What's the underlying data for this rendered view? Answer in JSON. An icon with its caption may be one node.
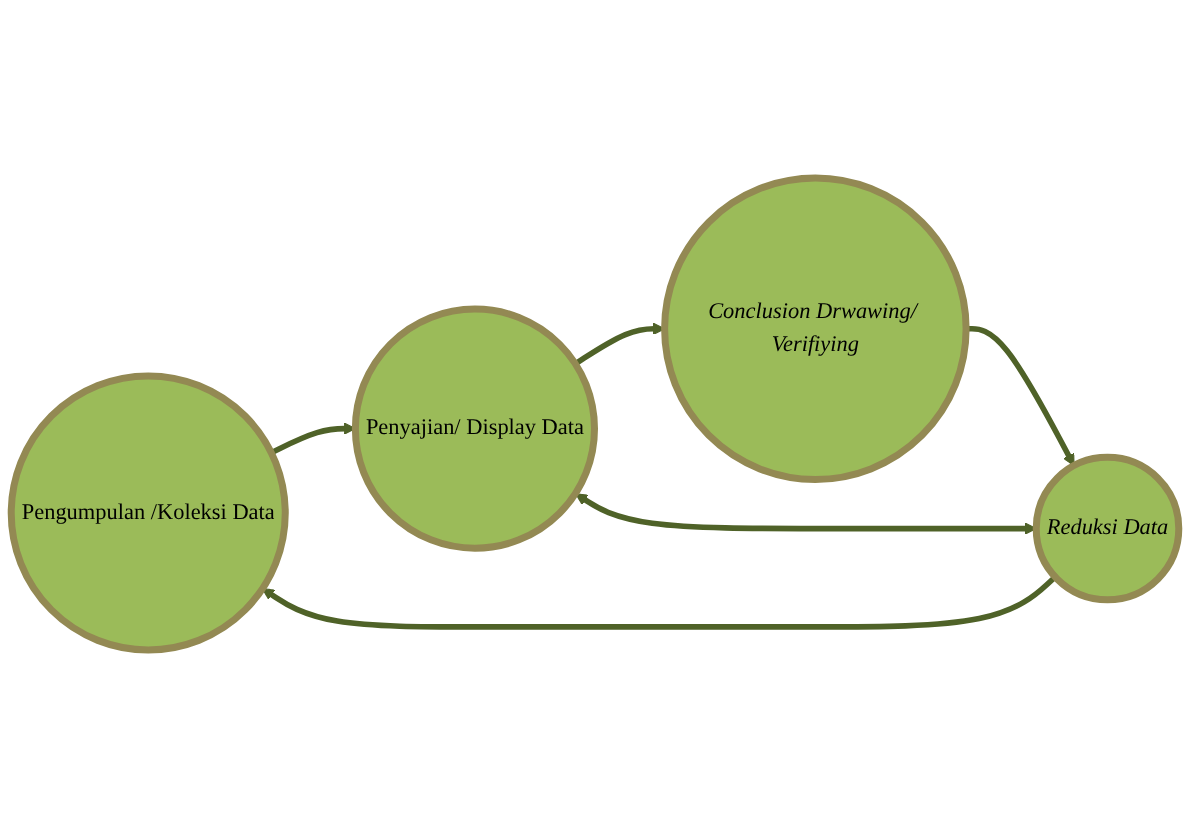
{
  "diagram": {
    "nodes": [
      {
        "text": [
          "Pengumpulan /Koleksi Data"
        ]
      },
      {
        "text": [
          "Penyajian/ Display Data"
        ]
      },
      {
        "text": [
          "Conclusion Drwawing/ Verifiying"
        ]
      },
      {
        "text": [
          "Reduksi Data"
        ]
      }
    ],
    "edges": [
      {
        "from": 0,
        "to": 1,
        "arrow": "to"
      },
      {
        "from": 1,
        "to": 2,
        "arrow": "to"
      },
      {
        "from": 2,
        "to": 3,
        "arrow": "to"
      },
      {
        "from": 3,
        "to": 0,
        "arrow": "to"
      },
      {
        "from": 1,
        "to": 3,
        "arrow": "both"
      }
    ]
  }
}
